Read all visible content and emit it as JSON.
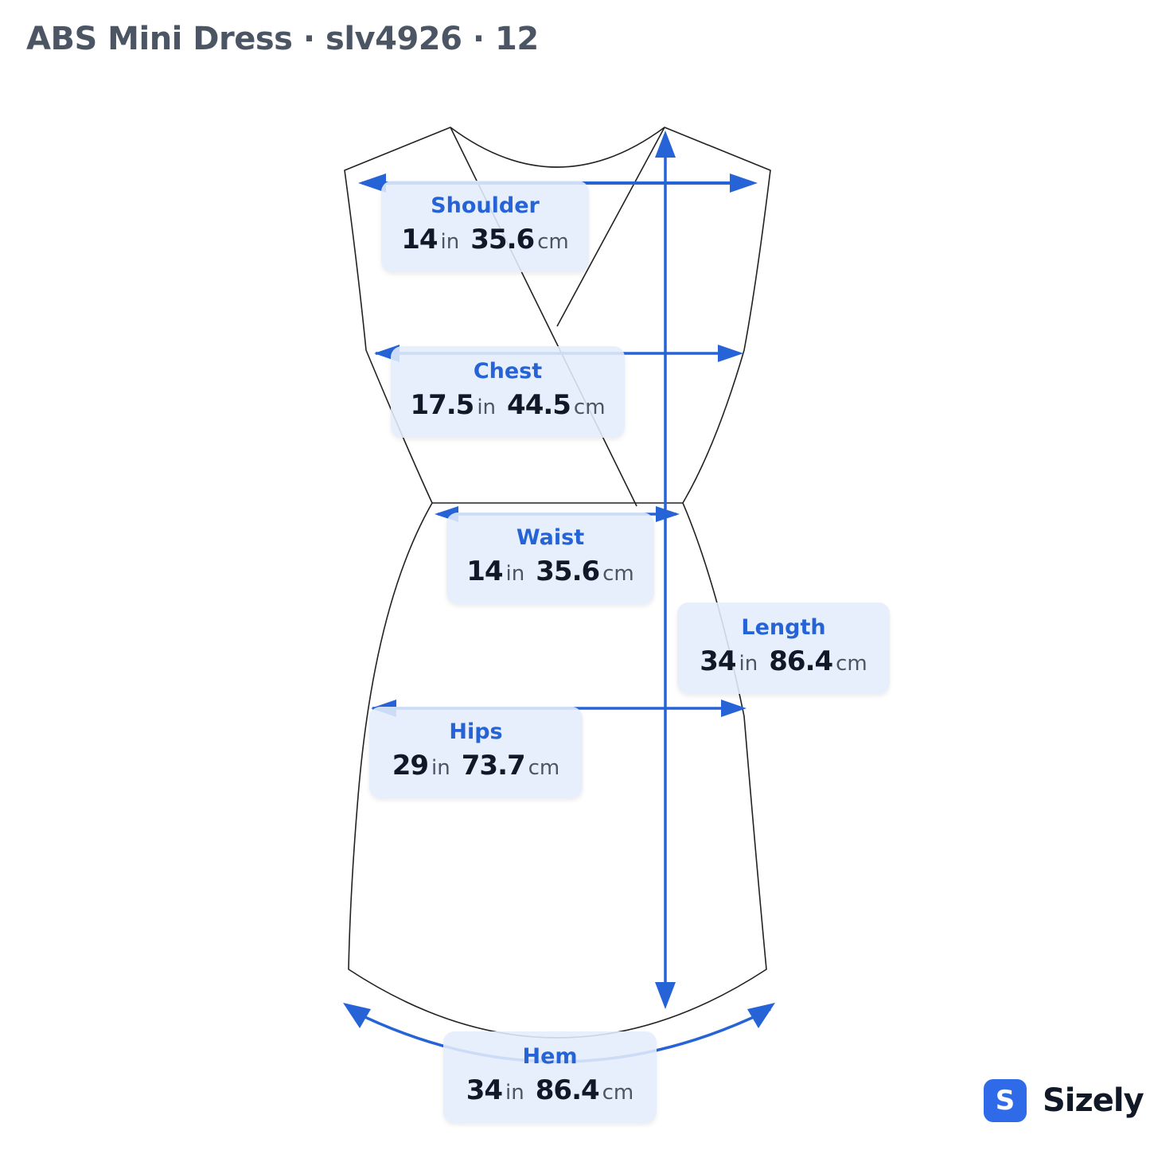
{
  "header": {
    "title": "ABS Mini Dress · slv4926 · 12"
  },
  "measurements": {
    "shoulder": {
      "label": "Shoulder",
      "in": "14",
      "in_unit": "in",
      "cm": "35.6",
      "cm_unit": "cm"
    },
    "chest": {
      "label": "Chest",
      "in": "17.5",
      "in_unit": "in",
      "cm": "44.5",
      "cm_unit": "cm"
    },
    "waist": {
      "label": "Waist",
      "in": "14",
      "in_unit": "in",
      "cm": "35.6",
      "cm_unit": "cm"
    },
    "length": {
      "label": "Length",
      "in": "34",
      "in_unit": "in",
      "cm": "86.4",
      "cm_unit": "cm"
    },
    "hips": {
      "label": "Hips",
      "in": "29",
      "in_unit": "in",
      "cm": "73.7",
      "cm_unit": "cm"
    },
    "hem": {
      "label": "Hem",
      "in": "34",
      "in_unit": "in",
      "cm": "86.4",
      "cm_unit": "cm"
    }
  },
  "brand": {
    "logo_letter": "S",
    "name": "Sizely"
  },
  "colors": {
    "accent": "#2563d6",
    "outline": "#222222",
    "label_bg": "#e4edfc"
  }
}
